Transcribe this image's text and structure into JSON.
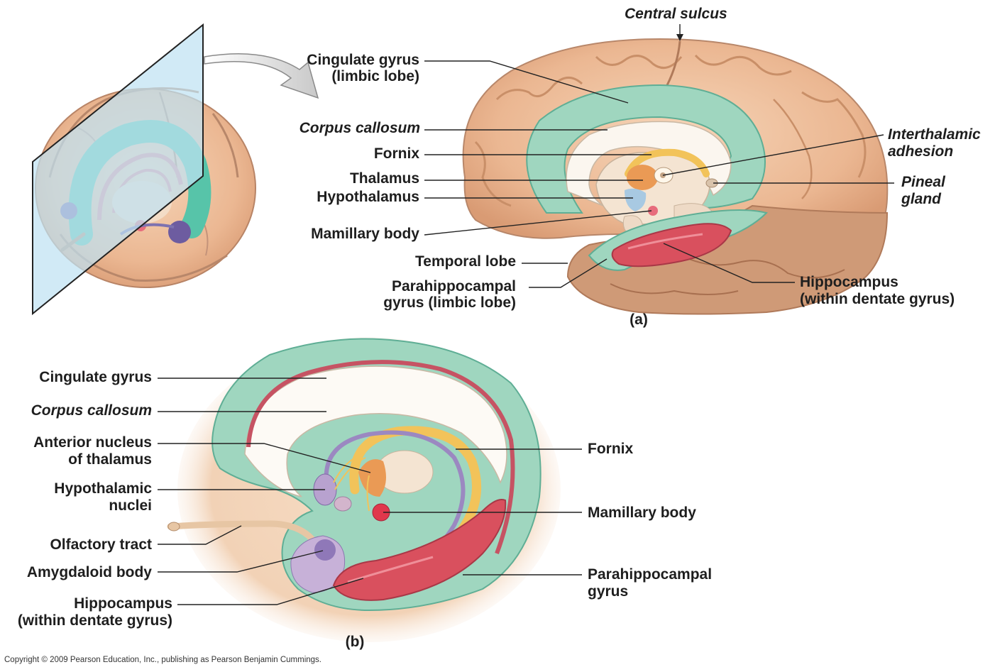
{
  "top_title": "Central sulcus",
  "panel_a": {
    "caption": "(a)",
    "left_labels": {
      "cingulate_1": "Cingulate gyrus",
      "cingulate_2": "(limbic lobe)",
      "corpus_callosum": "Corpus callosum",
      "fornix": "Fornix",
      "thalamus": "Thalamus",
      "hypothalamus": "Hypothalamus",
      "mamillary": "Mamillary body",
      "temporal": "Temporal lobe",
      "parahippo_1": "Parahippocampal",
      "parahippo_2": "gyrus (limbic lobe)"
    },
    "right_labels": {
      "interthalamic_1": "Interthalamic",
      "interthalamic_2": "adhesion",
      "pineal_1": "Pineal",
      "pineal_2": "gland",
      "hippocampus_1": "Hippocampus",
      "hippocampus_2": "(within dentate gyrus)"
    }
  },
  "panel_b": {
    "caption": "(b)",
    "left_labels": {
      "cingulate": "Cingulate gyrus",
      "corpus_callosum": "Corpus callosum",
      "anterior_1": "Anterior nucleus",
      "anterior_2": "of thalamus",
      "hypothalamic_1": "Hypothalamic",
      "hypothalamic_2": "nuclei",
      "olfactory": "Olfactory tract",
      "amygdaloid": "Amygdaloid body",
      "hippocampus_1": "Hippocampus",
      "hippocampus_2": "(within dentate gyrus)"
    },
    "right_labels": {
      "fornix": "Fornix",
      "mamillary": "Mamillary body",
      "parahippo_1": "Parahippocampal",
      "parahippo_2": "gyrus"
    }
  },
  "copyright": "Copyright © 2009 Pearson Education, Inc., publishing as Pearson Benjamin Cummings.",
  "colors": {
    "cortex": "#e9b48f",
    "cortex_dark": "#c98f68",
    "limbic_green": "#9fd6bf",
    "hippocampus_red": "#d9505e",
    "fornix_yellow": "#f2c35a",
    "thalamus_orange": "#ea9a55",
    "plane_blue": "#bfe2f2",
    "amygdala_purple": "#a890c4"
  }
}
